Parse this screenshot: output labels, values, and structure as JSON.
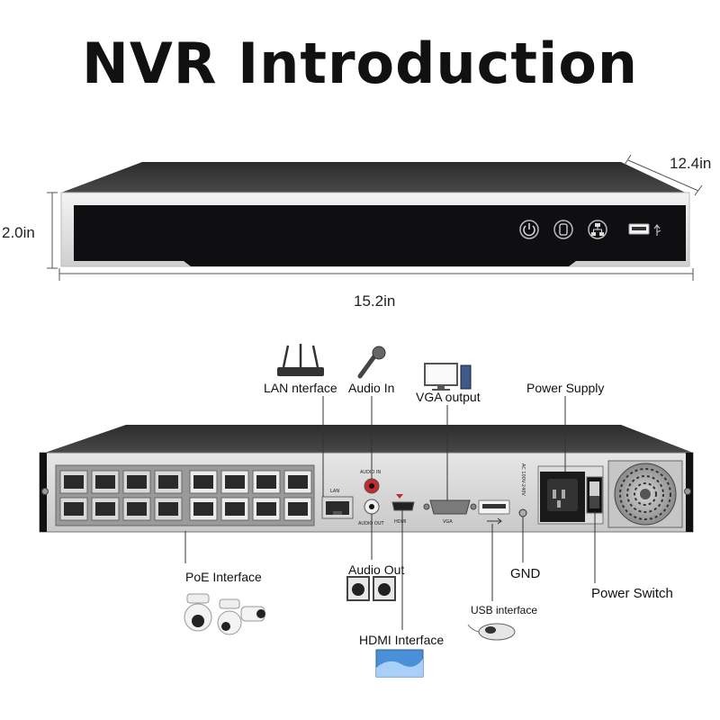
{
  "title": "NVR Introduction",
  "dimensions": {
    "depth": "12.4in",
    "height": "2.0in",
    "width": "15.2in"
  },
  "labels": {
    "lan": "LAN nterface",
    "audio_in": "Audio In",
    "vga": "VGA output",
    "power_supply": "Power Supply",
    "poe": "PoE Interface",
    "audio_out": "Audio Out",
    "gnd": "GND",
    "power_switch": "Power Switch",
    "usb": "USB interface",
    "hdmi": "HDMI Interface"
  },
  "panel_text": {
    "lan": "LAN",
    "audio_in": "AUDIO IN",
    "audio_out": "AUDIO OUT",
    "hdmi": "HDMI",
    "vga": "VGA",
    "ac": "AC 100V-240V"
  }
}
